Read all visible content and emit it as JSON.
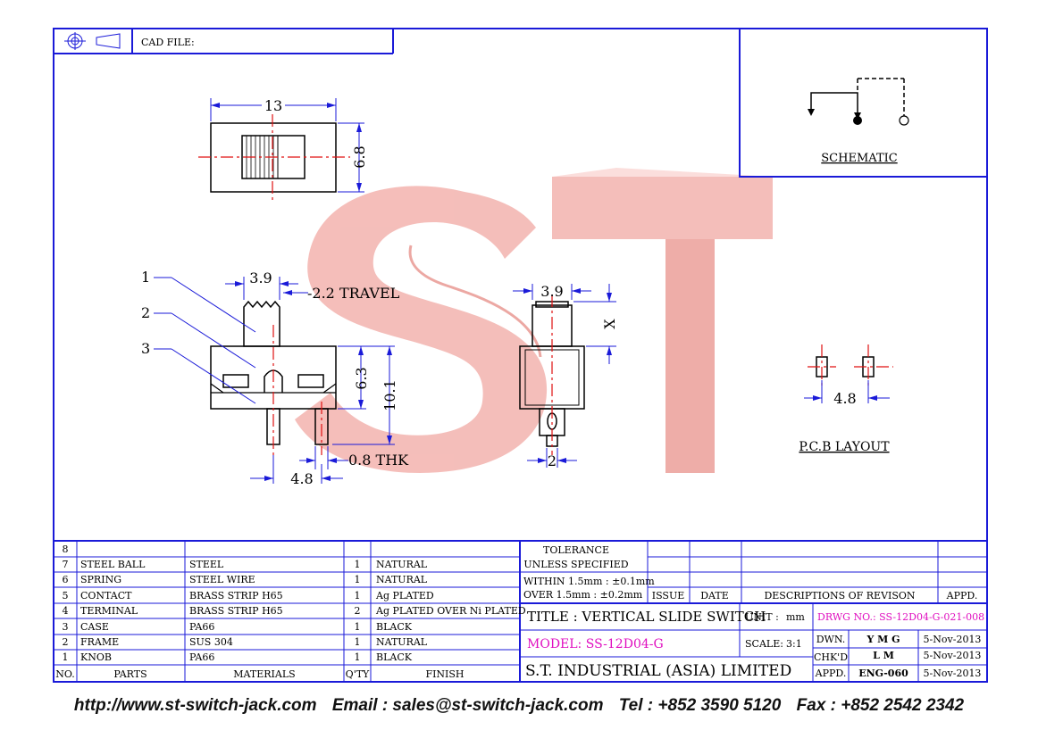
{
  "header": {
    "cad_file_label": "CAD FILE:"
  },
  "schematic": {
    "label": "SCHEMATIC"
  },
  "pcb_layout": {
    "label": "P.C.B LAYOUT",
    "pitch": "4.8"
  },
  "watermark": {
    "text": "ST"
  },
  "top_view": {
    "width": "13",
    "height": "6.8"
  },
  "side_view": {
    "knob_width": "3.9",
    "travel": "-2.2 TRAVEL",
    "height_63": "6.3",
    "height_101": "10.1",
    "thickness": "0.8 THK",
    "pin_pitch": "4.8",
    "callouts": [
      "1",
      "2",
      "3"
    ]
  },
  "front_view": {
    "knob_width": "3.9",
    "x_label": "X",
    "pin_width": "2"
  },
  "bom": {
    "rows": [
      {
        "no": "8",
        "part": "",
        "material": "",
        "qty": "",
        "finish": ""
      },
      {
        "no": "7",
        "part": "STEEL BALL",
        "material": "STEEL",
        "qty": "1",
        "finish": "NATURAL"
      },
      {
        "no": "6",
        "part": "SPRING",
        "material": "STEEL WIRE",
        "qty": "1",
        "finish": "NATURAL"
      },
      {
        "no": "5",
        "part": "CONTACT",
        "material": "BRASS STRIP H65",
        "qty": "1",
        "finish": "Ag PLATED"
      },
      {
        "no": "4",
        "part": "TERMINAL",
        "material": "BRASS STRIP H65",
        "qty": "2",
        "finish": "Ag PLATED OVER Ni PLATED"
      },
      {
        "no": "3",
        "part": "CASE",
        "material": "PA66",
        "qty": "1",
        "finish": "BLACK"
      },
      {
        "no": "2",
        "part": "FRAME",
        "material": "SUS 304",
        "qty": "1",
        "finish": "NATURAL"
      },
      {
        "no": "1",
        "part": "KNOB",
        "material": "PA66",
        "qty": "1",
        "finish": "BLACK"
      }
    ],
    "headers": {
      "no": "NO.",
      "parts": "PARTS",
      "materials": "MATERIALS",
      "qty": "Q'TY",
      "finish": "FINISH"
    }
  },
  "tolerance": {
    "title1": "TOLERANCE",
    "title2": "UNLESS   SPECIFIED",
    "within": "WITHIN  1.5mm : ±0.1mm",
    "over": "OVER    1.5mm : ±0.2mm"
  },
  "revision": {
    "issue": "ISSUE",
    "date": "DATE",
    "descriptions": "DESCRIPTIONS  OF  REVISON",
    "appd": "APPD."
  },
  "title_block": {
    "title": "TITLE : VERTICAL  SLIDE  SWITCH",
    "unit_label": "UNIT :",
    "unit_value": "mm",
    "drwg_no": "DRWG NO.: SS-12D04-G-021-008",
    "model": "MODEL:  SS-12D04-G",
    "scale_label": "SCALE:",
    "scale_value": "3:1",
    "company": "S.T.  INDUSTRIAL  (ASIA)  LIMITED",
    "dwn_label": "DWN.",
    "dwn_name": "Y M G",
    "dwn_date": "5-Nov-2013",
    "chkd_label": "CHK'D",
    "chkd_name": "L M",
    "chkd_date": "5-Nov-2013",
    "appd_label": "APPD.",
    "appd_name": "ENG-060",
    "appd_date": "5-Nov-2013"
  },
  "footer": {
    "url": "http://www.st-switch-jack.com",
    "email": "Email : sales@st-switch-jack.com",
    "tel": "Tel : +852 3590 5120",
    "fax": "Fax : +852 2542 2342"
  }
}
